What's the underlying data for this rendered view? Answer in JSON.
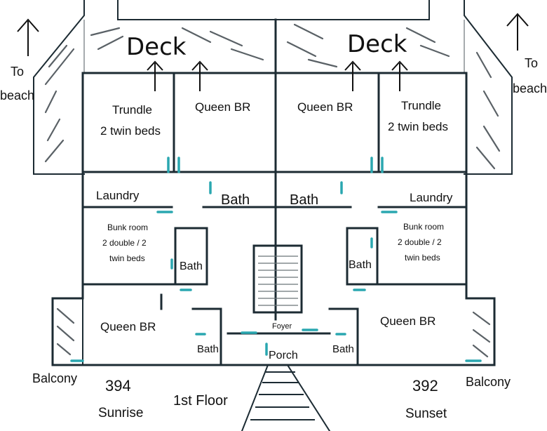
{
  "labels": {
    "deck_left": "Deck",
    "deck_right": "Deck",
    "to_beach_left_1": "To",
    "to_beach_left_2": "beach",
    "to_beach_right_1": "To",
    "to_beach_right_2": "beach",
    "trundle_left_1": "Trundle",
    "trundle_left_2": "2 twin beds",
    "queen_br_upper_left": "Queen BR",
    "queen_br_upper_right": "Queen BR",
    "trundle_right_1": "Trundle",
    "trundle_right_2": "2 twin beds",
    "laundry_left": "Laundry",
    "laundry_right": "Laundry",
    "bath_center_left": "Bath",
    "bath_center_right": "Bath",
    "bunk_left_1": "Bunk room",
    "bunk_left_2": "2 double / 2",
    "bunk_left_3": "twin beds",
    "bunk_right_1": "Bunk room",
    "bunk_right_2": "2 double / 2",
    "bunk_right_3": "twin beds",
    "bath_mid_left": "Bath",
    "bath_mid_right": "Bath",
    "queen_br_lower_left": "Queen BR",
    "queen_br_lower_right": "Queen BR",
    "foyer": "Foyer",
    "porch": "Porch",
    "bath_low_left": "Bath",
    "bath_low_right": "Bath",
    "balcony_left": "Balcony",
    "balcony_right": "Balcony",
    "unit_left_number": "394",
    "unit_left_name": "Sunrise",
    "unit_right_number": "392",
    "unit_right_name": "Sunset",
    "floor_title": "1st Floor"
  }
}
